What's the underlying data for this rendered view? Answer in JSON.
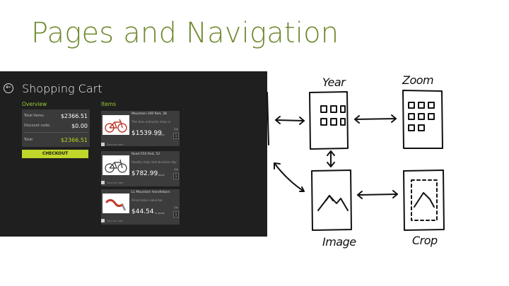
{
  "slide": {
    "title": "Pages and Navigation"
  },
  "app": {
    "back_icon": "back-arrow-icon",
    "back_glyph": "←",
    "title": "Shopping Cart",
    "overview_label": "Overview",
    "items_label": "Items",
    "summary": {
      "total_items_label": "Total items:",
      "total_items_value": "$2366.51",
      "discount_label": "Discount code:",
      "discount_value": "$0.00",
      "total_label": "Total:",
      "total_value": "$2366.51"
    },
    "checkout_label": "CHECKOUT",
    "items": [
      {
        "name": "Mountain-100 Red, 38",
        "desc": "This item ordinarily ships in",
        "price": "$1539.99",
        "stock": "In stock",
        "qty_label": "Qty",
        "qty": "1",
        "save_label": "Save for later"
      },
      {
        "name": "Road-550 Red, 52",
        "desc": "Usually ships next business day",
        "price": "$782.99",
        "stock": "In stock",
        "qty_label": "Qty",
        "qty": "1",
        "save_label": "Save for later"
      },
      {
        "name": "LL Mountain Handlebars",
        "desc": "All-occasion value bar",
        "price": "$44.54",
        "stock": "In stock",
        "qty_label": "Qty",
        "qty": "1",
        "save_label": "Save for later"
      }
    ]
  },
  "sketch": {
    "year_label": "Year",
    "zoom_label": "Zoom",
    "image_label": "Image",
    "crop_label": "Crop"
  },
  "colors": {
    "title_green": "#6e8a2f",
    "accent_lime": "#c0d62a",
    "app_background": "#1f1f1f"
  }
}
